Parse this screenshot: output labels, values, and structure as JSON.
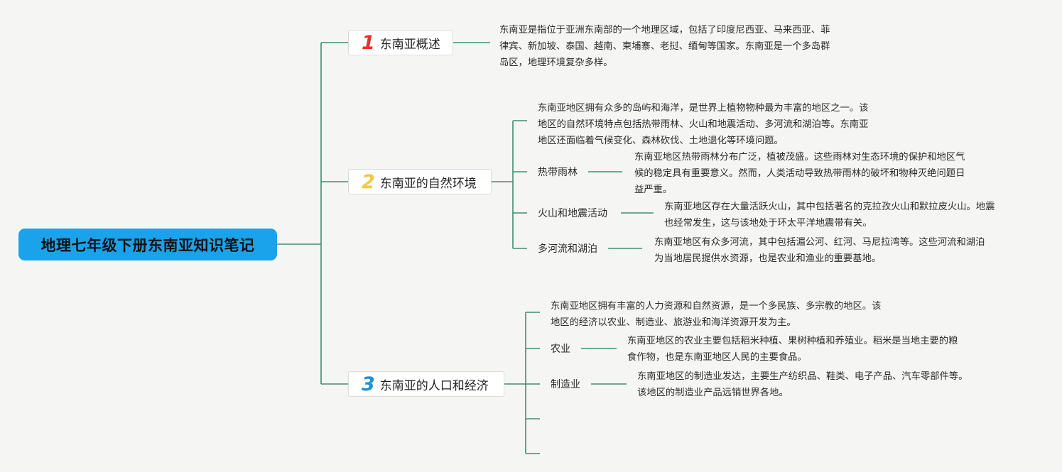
{
  "root": {
    "title": "地理七年级下册东南亚知识笔记"
  },
  "colors": {
    "root_fill": "#1aa3ea",
    "connector": "#3e8e6f",
    "num1": "#e8312f",
    "num2": "#f5c842",
    "num3": "#1e90d8"
  },
  "topics": [
    {
      "num": "1",
      "title": "东南亚概述",
      "lines": [
        "东南亚是指位于亚洲东南部的一个地理区域，包括了印度尼西亚、马来西亚、菲",
        "律宾、新加坡、泰国、越南、柬埔寨、老挝、缅甸等国家。东南亚是一个多岛群",
        "岛区，地理环境复杂多样。"
      ]
    },
    {
      "num": "2",
      "title": "东南亚的自然环境",
      "intro_lines": [
        "东南亚地区拥有众多的岛屿和海洋，是世界上植物物种最为丰富的地区之一。该",
        "地区的自然环境特点包括热带雨林、火山和地震活动、多河流和湖泊等。东南亚",
        "地区还面临着气候变化、森林砍伐、土地退化等环境问题。"
      ],
      "subs": [
        {
          "label": "热带雨林",
          "lines": [
            "东南亚地区热带雨林分布广泛，植被茂盛。这些雨林对生态环境的保护和地区气",
            "候的稳定具有重要意义。然而，人类活动导致热带雨林的破坏和物种灭绝问题日",
            "益严重。"
          ]
        },
        {
          "label": "火山和地震活动",
          "lines": [
            "东南亚地区存在大量活跃火山，其中包括著名的克拉孜火山和默拉皮火山。地震",
            "也经常发生，这与该地处于环太平洋地震带有关。"
          ]
        },
        {
          "label": "多河流和湖泊",
          "lines": [
            "东南亚地区有众多河流，其中包括湄公河、红河、马尼拉湾等。这些河流和湖泊",
            "为当地居民提供水资源，也是农业和渔业的重要基地。"
          ]
        }
      ]
    },
    {
      "num": "3",
      "title": "东南亚的人口和经济",
      "intro_lines": [
        "东南亚地区拥有丰富的人力资源和自然资源，是一个多民族、多宗教的地区。该",
        "地区的经济以农业、制造业、旅游业和海洋资源开发为主。"
      ],
      "subs": [
        {
          "label": "农业",
          "lines": [
            "东南亚地区的农业主要包括稻米种植、果树种植和养殖业。稻米是当地主要的粮",
            "食作物，也是东南亚地区人民的主要食品。"
          ]
        },
        {
          "label": "制造业",
          "lines": [
            "东南亚地区的制造业发达，主要生产纺织品、鞋类、电子产品、汽车零部件等。",
            "该地区的制造业产品远销世界各地。"
          ]
        }
      ]
    }
  ]
}
